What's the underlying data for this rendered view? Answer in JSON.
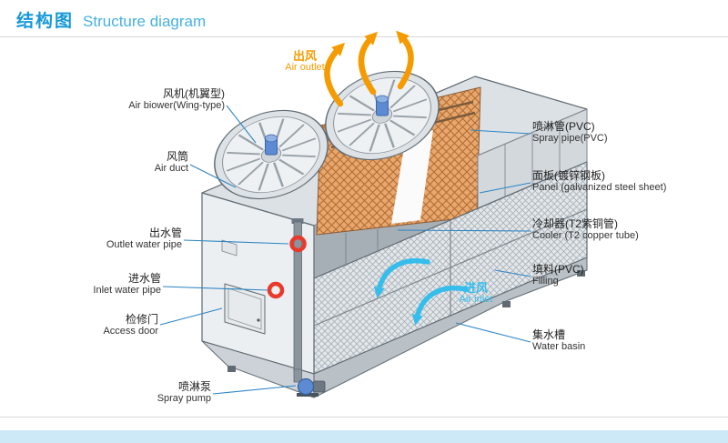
{
  "header": {
    "title_zh": "结构图",
    "title_en": "Structure diagram"
  },
  "diagram": {
    "air_outlet": {
      "zh": "出风",
      "en": "Air outlet"
    },
    "air_inlet": {
      "zh": "进风",
      "en": "Air inlet"
    },
    "labels_left": [
      {
        "zh": "风机(机翼型)",
        "en": "Air biower(Wing-type)"
      },
      {
        "zh": "风筒",
        "en": "Air duct"
      },
      {
        "zh": "出水管",
        "en": "Outlet water pipe"
      },
      {
        "zh": "进水管",
        "en": "Inlet water pipe"
      },
      {
        "zh": "检修门",
        "en": "Access door"
      },
      {
        "zh": "喷淋泵",
        "en": "Spray pump"
      }
    ],
    "labels_right": [
      {
        "zh": "喷淋管(PVC)",
        "en": "Spray pipe(PVC)"
      },
      {
        "zh": "面板(镀锌钢板)",
        "en": "Panel (galvanized steel sheet)"
      },
      {
        "zh": "冷却器(T2紫铜管)",
        "en": "Cooler (T2 copper tube)"
      },
      {
        "zh": "填料(PVC)",
        "en": "Filling"
      },
      {
        "zh": "集水槽",
        "en": "Water basin"
      }
    ]
  },
  "colors": {
    "title_blue": "#1598d8",
    "title_blue_light": "#45b1e2",
    "arrow_orange": "#f59b00",
    "arrow_cyan": "#35bdec",
    "leader_blue": "#2e85c4",
    "copper": "#e7a76d",
    "footer_bar": "#cde9f7"
  }
}
